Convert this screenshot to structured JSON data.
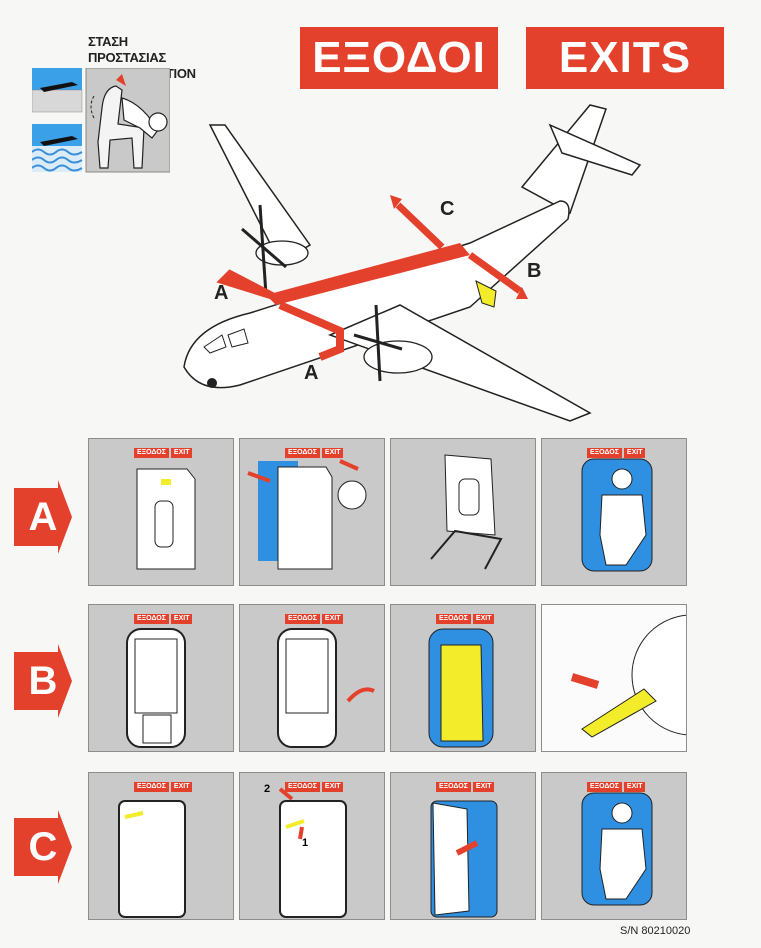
{
  "brace": {
    "title_gr": "ΣΤΑΣΗ ΠΡΟΣΤΑΣΙΑΣ",
    "title_en": "BRACE POSITION"
  },
  "banners": {
    "greek": "ΕΞΟΔΟΙ",
    "english": "EXITS"
  },
  "map_labels": {
    "a_front": "A",
    "a_rear": "A",
    "b": "B",
    "c": "C"
  },
  "rows": [
    {
      "letter": "A",
      "panel_tags": [
        [
          "ΕΞΟΔΟΣ",
          "EXIT"
        ],
        [
          "ΕΞΟΔΟΣ",
          "EXIT"
        ],
        [
          "",
          ""
        ],
        [
          "ΕΞΟΔΟΣ",
          "EXIT"
        ]
      ]
    },
    {
      "letter": "B",
      "panel_tags": [
        [
          "ΕΞΟΔΟΣ",
          "EXIT"
        ],
        [
          "ΕΞΟΔΟΣ",
          "EXIT"
        ],
        [
          "ΕΞΟΔΟΣ",
          "EXIT"
        ],
        [
          "",
          ""
        ]
      ]
    },
    {
      "letter": "C",
      "panel_tags": [
        [
          "ΕΞΟΔΟΣ",
          "EXIT"
        ],
        [
          "ΕΞΟΔΟΣ",
          "EXIT"
        ],
        [
          "ΕΞΟΔΟΣ",
          "EXIT"
        ],
        [
          "ΕΞΟΔΟΣ",
          "EXIT"
        ]
      ]
    }
  ],
  "step_numbers": {
    "one": "1",
    "two": "2"
  },
  "serial": "S/N 80210020",
  "colors": {
    "red": "#e4412d",
    "blue": "#2f8fe0",
    "yellow": "#f3ec2a",
    "panel_gray": "#c9c9c9"
  }
}
